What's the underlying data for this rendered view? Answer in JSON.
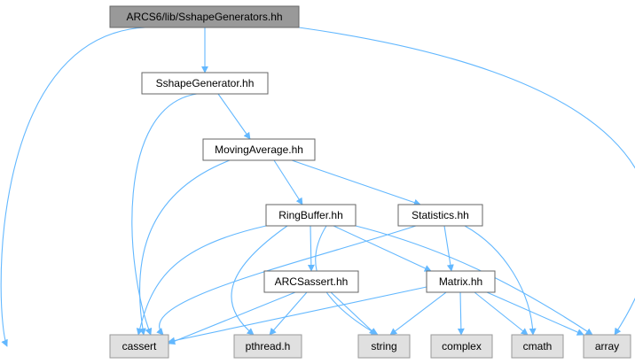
{
  "colors": {
    "edge": "#63b8ff",
    "main_fill": "#999999",
    "main_border": "#666666",
    "node_fill": "#ffffff",
    "node_border": "#666666",
    "system_fill": "#e0e0e0",
    "system_border": "#999999"
  },
  "nodes": {
    "arcs6_lib_sshapegenerators": {
      "label": "ARCS6/lib/SshapeGenerators.hh",
      "kind": "main"
    },
    "sshapegenerator": {
      "label": "SshapeGenerator.hh",
      "kind": "file"
    },
    "movingaverage": {
      "label": "MovingAverage.hh",
      "kind": "file"
    },
    "ringbuffer": {
      "label": "RingBuffer.hh",
      "kind": "file"
    },
    "statistics": {
      "label": "Statistics.hh",
      "kind": "file"
    },
    "arcsassert": {
      "label": "ARCSassert.hh",
      "kind": "file"
    },
    "matrix": {
      "label": "Matrix.hh",
      "kind": "file"
    },
    "cassert": {
      "label": "cassert",
      "kind": "system"
    },
    "pthread_h": {
      "label": "pthread.h",
      "kind": "system"
    },
    "string": {
      "label": "string",
      "kind": "system"
    },
    "complex": {
      "label": "complex",
      "kind": "system"
    },
    "cmath": {
      "label": "cmath",
      "kind": "system"
    },
    "array": {
      "label": "array",
      "kind": "system"
    }
  },
  "edges": [
    [
      "arcs6_lib_sshapegenerators",
      "sshapegenerator"
    ],
    [
      "arcs6_lib_sshapegenerators",
      "cassert"
    ],
    [
      "arcs6_lib_sshapegenerators",
      "array"
    ],
    [
      "sshapegenerator",
      "movingaverage"
    ],
    [
      "sshapegenerator",
      "cassert"
    ],
    [
      "movingaverage",
      "ringbuffer"
    ],
    [
      "movingaverage",
      "statistics"
    ],
    [
      "movingaverage",
      "cassert"
    ],
    [
      "ringbuffer",
      "cassert"
    ],
    [
      "ringbuffer",
      "arcsassert"
    ],
    [
      "ringbuffer",
      "pthread_h"
    ],
    [
      "ringbuffer",
      "string"
    ],
    [
      "ringbuffer",
      "matrix"
    ],
    [
      "ringbuffer",
      "array"
    ],
    [
      "statistics",
      "cassert"
    ],
    [
      "statistics",
      "matrix"
    ],
    [
      "statistics",
      "cmath"
    ],
    [
      "arcsassert",
      "cassert"
    ],
    [
      "arcsassert",
      "pthread_h"
    ],
    [
      "arcsassert",
      "string"
    ],
    [
      "matrix",
      "cassert"
    ],
    [
      "matrix",
      "string"
    ],
    [
      "matrix",
      "complex"
    ],
    [
      "matrix",
      "cmath"
    ],
    [
      "matrix",
      "array"
    ]
  ]
}
